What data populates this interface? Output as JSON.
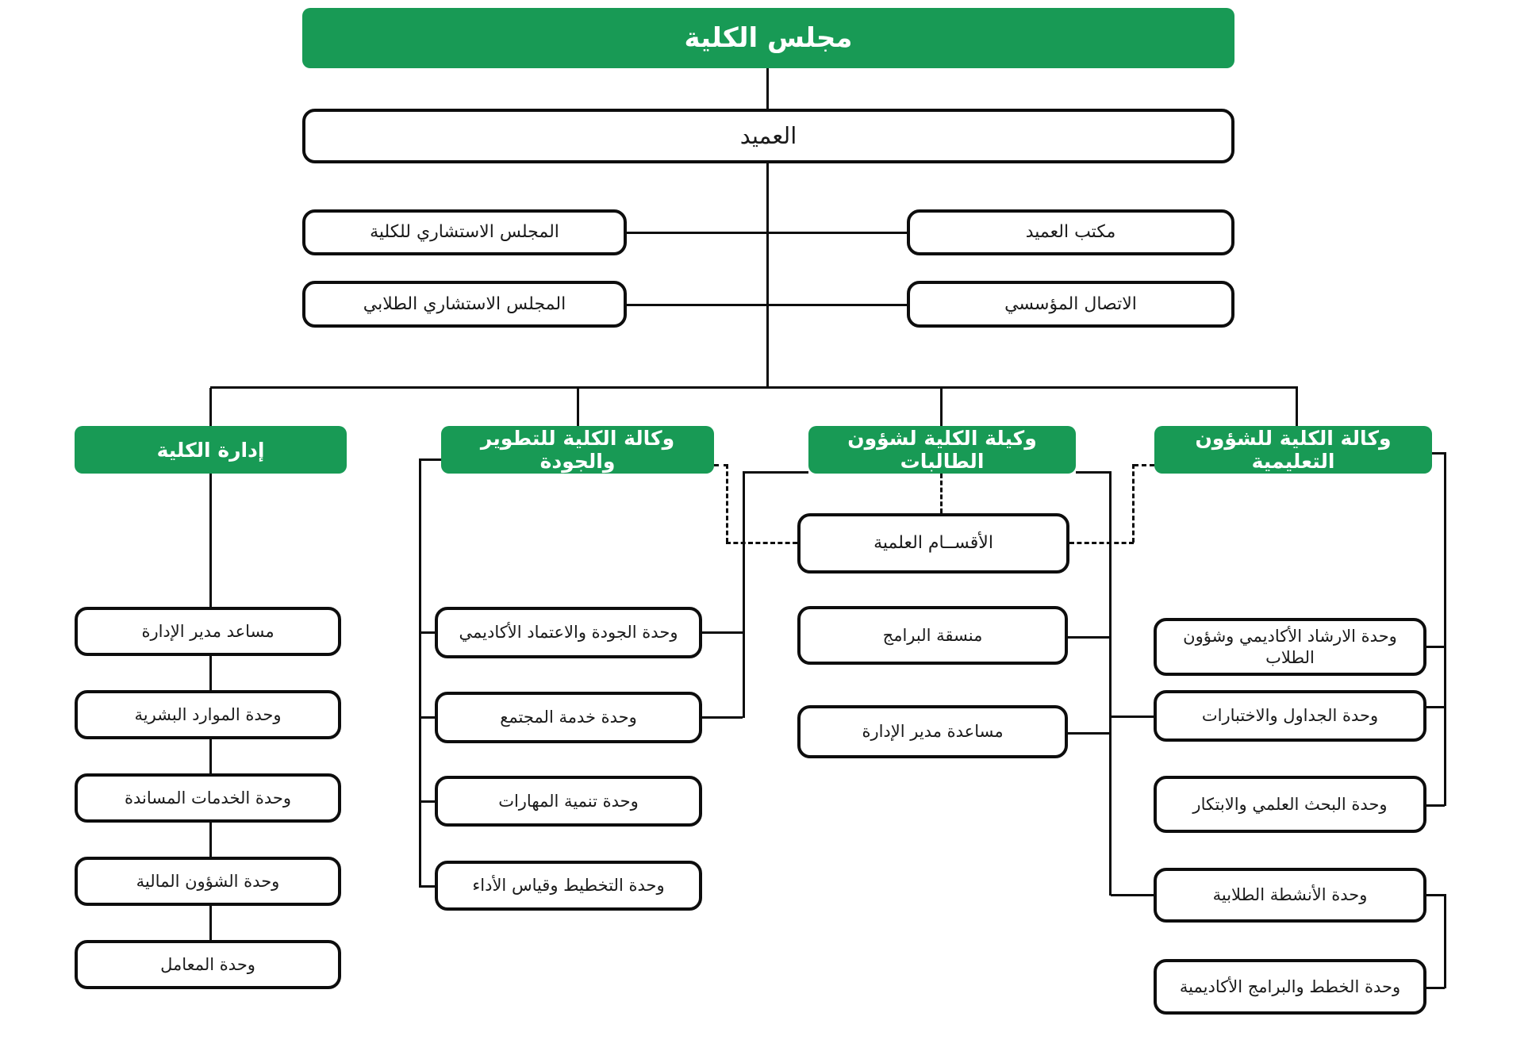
{
  "diagram": {
    "type": "org-chart",
    "direction": "rtl",
    "colors": {
      "accent_green": "#189a55",
      "line": "#0d0d0d",
      "box_bg": "#ffffff"
    },
    "nodes": {
      "council": "مجلس الكلية",
      "dean": "العميد",
      "advisory_college": "المجلس الاستشاري للكلية",
      "dean_office": "مكتب العميد",
      "advisory_student": "المجلس الاستشاري الطلابي",
      "institutional_comm": "الاتصال المؤسسي",
      "branch_admin": "إدارة الكلية",
      "branch_dev_quality": "وكالة الكلية للتطوير والجودة",
      "branch_female_students": "وكيلة الكلية لشؤون الطالبات",
      "branch_educational": "وكالة الكلية للشؤون التعليمية",
      "departments": "الأقســام العلمية",
      "admin_children": [
        "مساعد مدير الإدارة",
        "وحدة الموارد البشرية",
        "وحدة الخدمات المساندة",
        "وحدة الشؤون المالية",
        "وحدة المعامل"
      ],
      "dev_children": [
        "وحدة الجودة والاعتماد الأكاديمي",
        "وحدة خدمة المجتمع",
        "وحدة تنمية المهارات",
        "وحدة التخطيط وقياس الأداء"
      ],
      "female_children": [
        "منسقة البرامج",
        "مساعدة مدير الإدارة"
      ],
      "edu_children": [
        "وحدة الارشاد الأكاديمي وشؤون الطلاب",
        "وحدة الجداول والاختبارات",
        "وحدة البحث العلمي والابتكار",
        "وحدة الأنشطة الطلابية",
        "وحدة الخطط والبرامج الأكاديمية"
      ]
    }
  }
}
